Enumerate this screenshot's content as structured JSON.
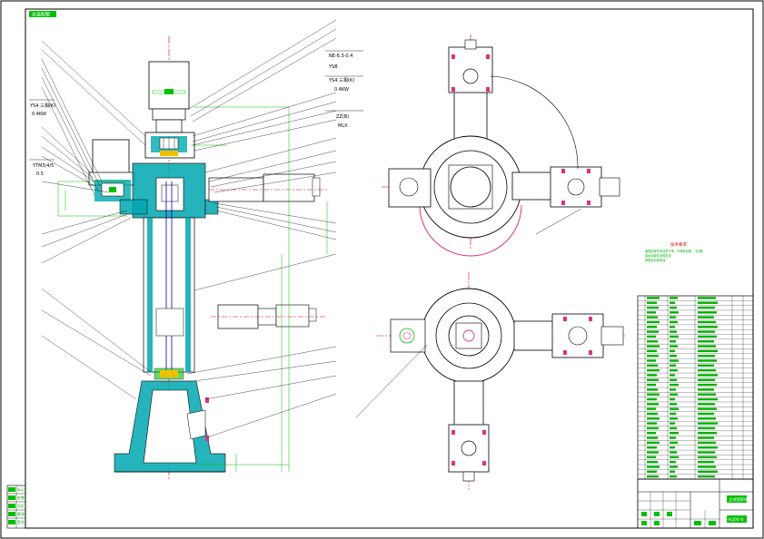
{
  "sheet": {
    "top_tag": "总装配图",
    "annotations": [
      {
        "id": "a1",
        "text": "NE-6.3-0.4"
      },
      {
        "id": "a2",
        "text": "YSB"
      },
      {
        "id": "a3",
        "text": "YS4 三相(K)"
      },
      {
        "id": "a4",
        "text": "0.4KW"
      },
      {
        "id": "a5",
        "text": "ZZ(B)"
      },
      {
        "id": "a6",
        "text": "MLX"
      },
      {
        "id": "a7",
        "text": "YS4 三相(K)"
      },
      {
        "id": "a8",
        "text": "0.4KW"
      },
      {
        "id": "a9",
        "text": "YTM3/4/5"
      },
      {
        "id": "a10",
        "text": "0.5"
      }
    ],
    "note_title": "技术要求",
    "note_lines": [
      "装配前零件须清洗干净，不得有毛刺、飞边等",
      "各运动部件运转灵活",
      "按规定加润滑油"
    ],
    "title_block": {
      "name": "立式加料机",
      "drawing_no": "HLJ00-0"
    },
    "left_strip": [
      "标记",
      "处数",
      "分区",
      "更改",
      "签名"
    ]
  }
}
